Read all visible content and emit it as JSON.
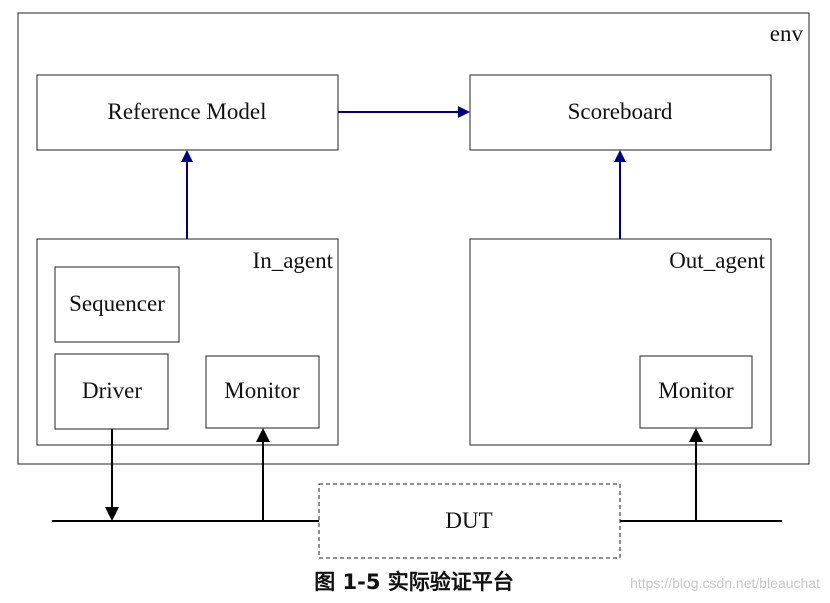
{
  "env": {
    "label": "env"
  },
  "reference_model": {
    "label": "Reference Model"
  },
  "scoreboard": {
    "label": "Scoreboard"
  },
  "in_agent": {
    "label": "In_agent",
    "sequencer_label": "Sequencer",
    "driver_label": "Driver",
    "monitor_label": "Monitor"
  },
  "out_agent": {
    "label": "Out_agent",
    "monitor_label": "Monitor"
  },
  "dut": {
    "label": "DUT"
  },
  "caption": "图 1-5 实际验证平台",
  "watermark": "https://blog.csdn.net/bleauchat",
  "colors": {
    "connector": "#00007f",
    "outline": "#222222"
  }
}
